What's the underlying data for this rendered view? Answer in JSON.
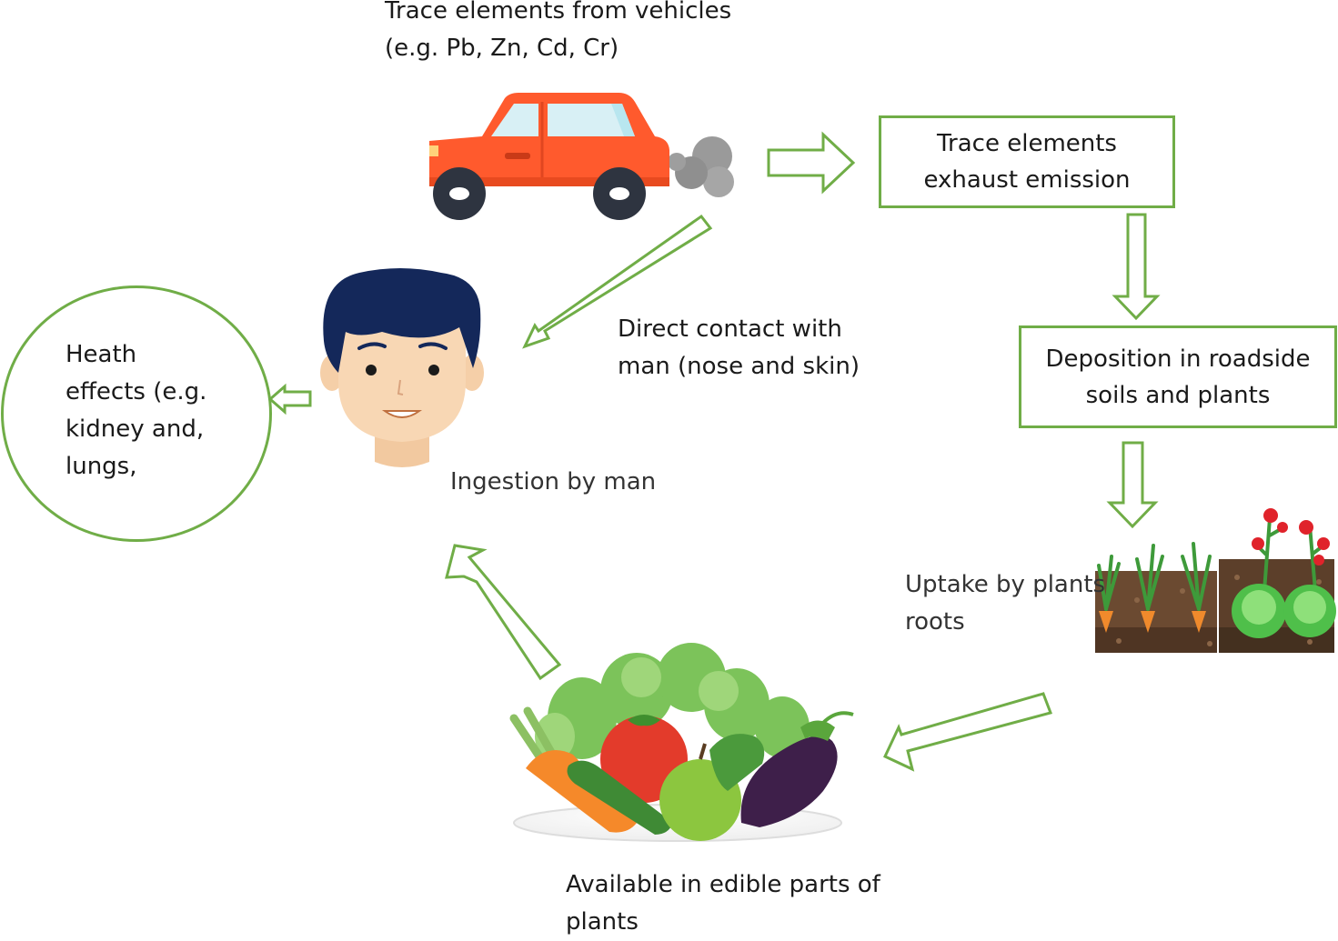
{
  "colors": {
    "accent": "#70ad47",
    "car_body": "#ff5a2d",
    "car_window": "#d8f0f5",
    "exhaust": "#9a9a9a"
  },
  "labels": {
    "vehicles": "Trace elements from vehicles\n(e.g. Pb, Zn, Cd, Cr)",
    "exhaust_box": "Trace elements\nexhaust emission",
    "deposition_box": "Deposition in roadside\nsoils and plants",
    "direct_contact": "Direct contact with\nman (nose and skin)",
    "health": "Heath\neffects (e.g.\nkidney and,\nlungs,",
    "ingestion": "Ingestion by man",
    "uptake": "Uptake by plants\nroots",
    "edible": "Available in edible parts of\nplants"
  },
  "icons": [
    "car-icon",
    "man-face-icon",
    "garden-plants-icon",
    "vegetable-basket-icon"
  ]
}
